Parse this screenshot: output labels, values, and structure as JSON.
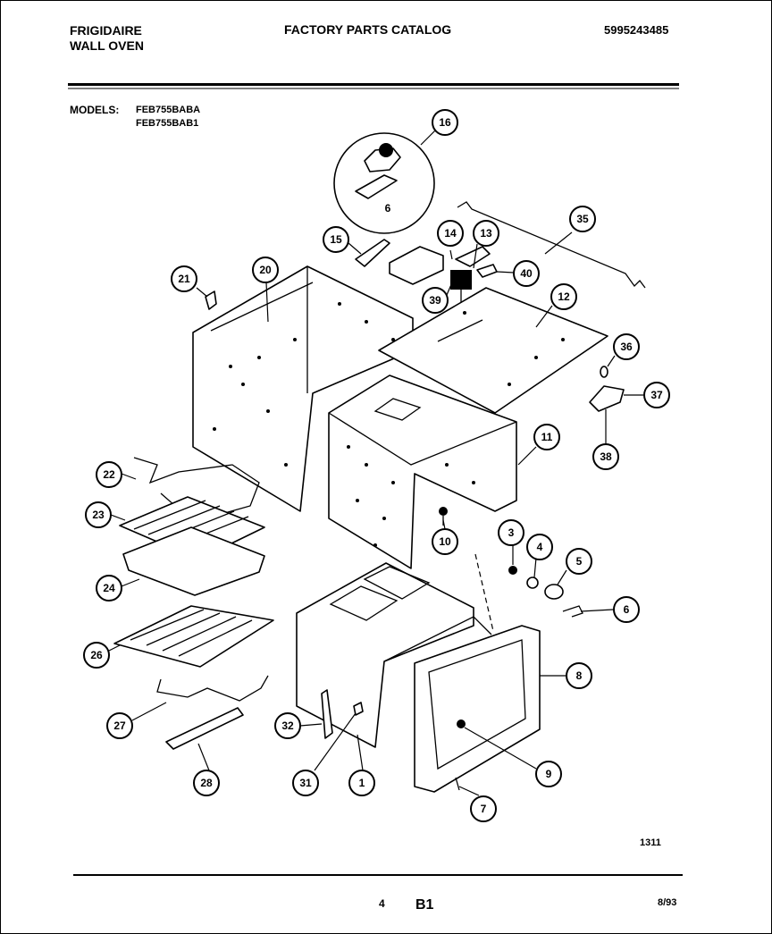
{
  "header": {
    "brand_line1": "FRIGIDAIRE",
    "brand_line2": "WALL OVEN",
    "title": "FACTORY PARTS CATALOG",
    "catalog_number": "5995243485"
  },
  "models": {
    "label": "MODELS:",
    "items": [
      "FEB755BABA",
      "FEB755BAB1"
    ]
  },
  "callouts": [
    "16",
    "35",
    "15",
    "14",
    "13",
    "40",
    "21",
    "20",
    "39",
    "12",
    "36",
    "37",
    "38",
    "11",
    "22",
    "23",
    "10",
    "3",
    "4",
    "5",
    "24",
    "6",
    "26",
    "8",
    "27",
    "32",
    "9",
    "31",
    "1",
    "28",
    "7"
  ],
  "inset_label": "6",
  "footer": {
    "diagram_code": "1311",
    "page_number": "4",
    "section": "B1",
    "date": "8/93"
  }
}
